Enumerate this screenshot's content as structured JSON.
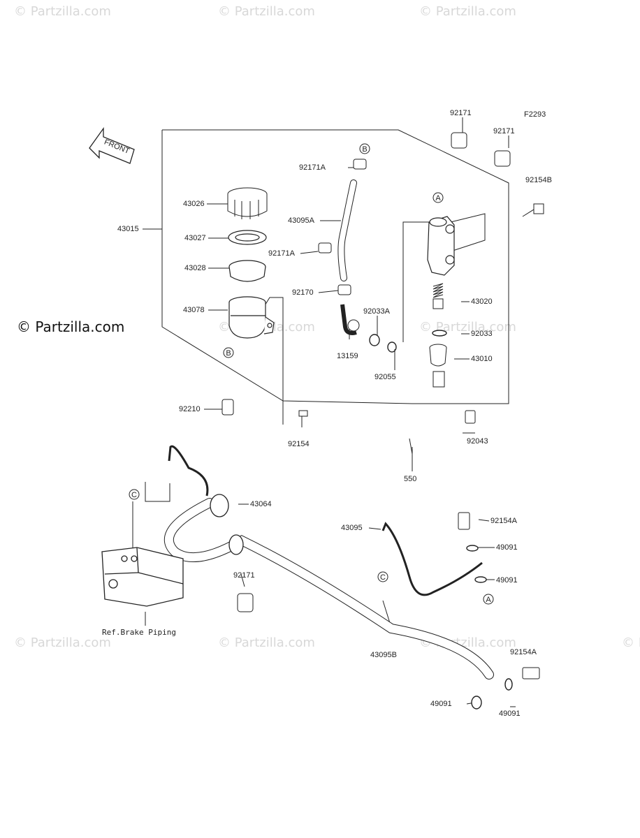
{
  "watermark": "© Partzilla.com",
  "credit": "© Partzilla.com",
  "figure_id": "F2293",
  "front_label": "FRONT",
  "circle_refs": {
    "a": "A",
    "b": "B",
    "c": "C"
  },
  "part_codes": {
    "p43015": "43015",
    "p43026": "43026",
    "p43027": "43027",
    "p43028": "43028",
    "p43078": "43078",
    "p92210": "92210",
    "p92154": "92154",
    "p92171A_top": "92171A",
    "p43095A": "43095A",
    "p92171A_mid": "92171A",
    "p92170": "92170",
    "p13159": "13159",
    "p92033A": "92033A",
    "p92055": "92055",
    "p92171_a": "92171",
    "p92171_b": "92171",
    "p92154B": "92154B",
    "p43020": "43020",
    "p92033": "92033",
    "p43010": "43010",
    "p92043": "92043",
    "p550": "550",
    "p43064": "43064",
    "p43095": "43095",
    "p92154A_top": "92154A",
    "p49091_a": "49091",
    "p49091_b": "49091",
    "p92171_low": "92171",
    "p43095B": "43095B",
    "p92154A_low": "92154A",
    "p49091_c": "49091",
    "p49091_d": "49091"
  },
  "ref_note": "Ref.Brake Piping"
}
